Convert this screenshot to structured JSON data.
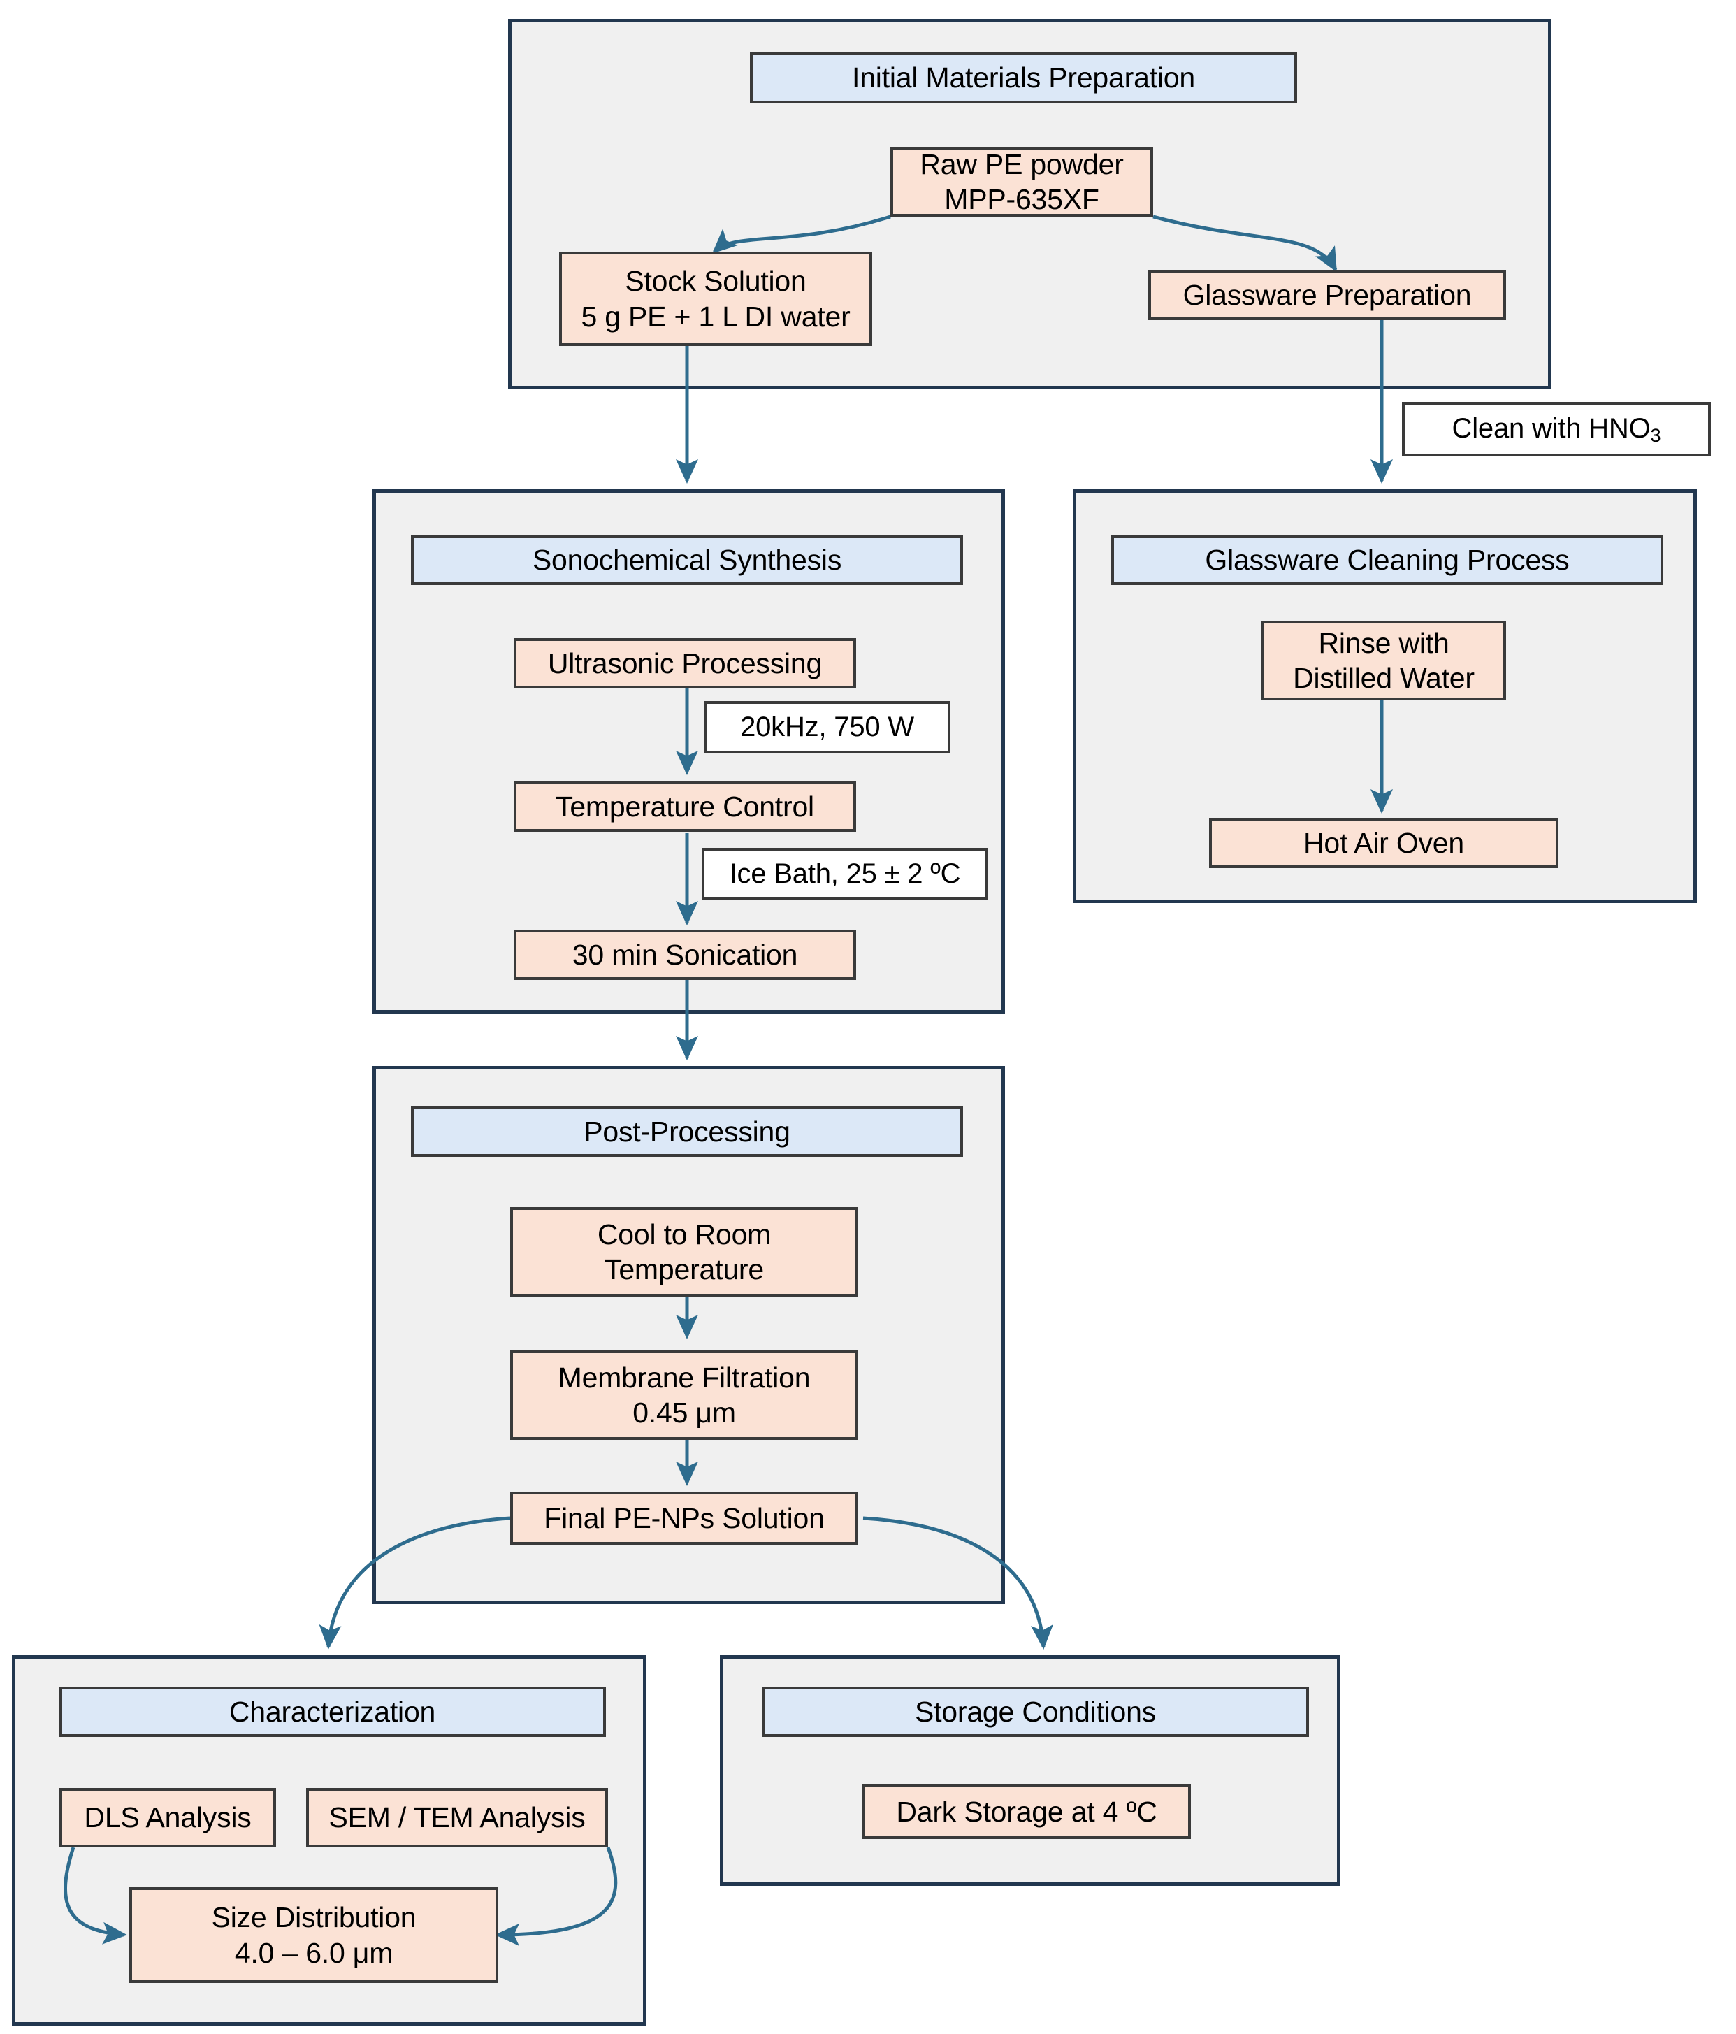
{
  "diagram": {
    "title": "Sonochemical Synthesis of PE Nanoplastics Workflow",
    "colors": {
      "group_border": "#22374F",
      "group_fill": "#F0F0F0",
      "header_fill": "#DCE8F7",
      "step_fill": "#FBE2D5",
      "label_fill": "#FFFFFF",
      "node_border": "#3A3A3A",
      "arrow": "#2E6C8E"
    },
    "groups": [
      {
        "id": "initial-materials",
        "header": "Initial Materials Preparation",
        "nodes": [
          {
            "id": "raw-pe-powder",
            "lines": [
              "Raw PE powder",
              "MPP-635XF"
            ]
          },
          {
            "id": "stock-solution",
            "lines": [
              "Stock Solution",
              "5 g PE + 1 L DI water"
            ]
          },
          {
            "id": "glassware-preparation",
            "lines": [
              "Glassware Preparation"
            ]
          }
        ]
      },
      {
        "id": "sonochemical-synthesis",
        "header": "Sonochemical Synthesis",
        "nodes": [
          {
            "id": "ultrasonic-processing",
            "lines": [
              "Ultrasonic Processing"
            ]
          },
          {
            "id": "temperature-control",
            "lines": [
              "Temperature Control"
            ]
          },
          {
            "id": "sonication-30min",
            "lines": [
              "30 min Sonication"
            ]
          }
        ],
        "edge_labels": [
          {
            "id": "power-setting",
            "text": "20kHz, 750 W"
          },
          {
            "id": "ice-bath-temp",
            "text": "Ice Bath, 25 ± 2 º C"
          }
        ]
      },
      {
        "id": "glassware-cleaning",
        "header": "Glassware Cleaning Process",
        "nodes": [
          {
            "id": "rinse-distilled-water",
            "lines": [
              "Rinse with",
              "Distilled Water"
            ]
          },
          {
            "id": "hot-air-oven",
            "lines": [
              "Hot Air Oven"
            ]
          }
        ]
      },
      {
        "id": "post-processing",
        "header": "Post-Processing",
        "nodes": [
          {
            "id": "cool-room-temperature",
            "lines": [
              "Cool to Room",
              "Temperature"
            ]
          },
          {
            "id": "membrane-filtration",
            "lines": [
              "Membrane Filtration",
              "0.45 μm"
            ]
          },
          {
            "id": "final-pe-nps-solution",
            "lines": [
              "Final PE-NPs Solution"
            ]
          }
        ]
      },
      {
        "id": "characterization",
        "header": "Characterization",
        "nodes": [
          {
            "id": "dls-analysis",
            "lines": [
              "DLS Analysis"
            ]
          },
          {
            "id": "sem-tem-analysis",
            "lines": [
              "SEM / TEM Analysis"
            ]
          },
          {
            "id": "size-distribution",
            "lines": [
              "Size Distribution",
              "4.0 – 6.0 μm"
            ]
          }
        ]
      },
      {
        "id": "storage-conditions",
        "header": "Storage Conditions",
        "nodes": [
          {
            "id": "dark-storage",
            "lines": [
              "Dark Storage at 4 º C"
            ]
          }
        ]
      }
    ],
    "standalone_labels": [
      {
        "id": "clean-with-hno3",
        "text_prefix": "Clean with HNO",
        "subscript": "3"
      }
    ],
    "nodes": {
      "initial_materials_header": "Initial Materials Preparation",
      "raw_pe_powder_l1": "Raw PE powder",
      "raw_pe_powder_l2": "MPP-635XF",
      "stock_solution_l1": "Stock Solution",
      "stock_solution_l2": "5 g PE + 1 L DI water",
      "glassware_preparation": "Glassware Preparation",
      "clean_with_hno3_prefix": "Clean with HNO",
      "clean_with_hno3_sub": "3",
      "sonochemical_header": "Sonochemical Synthesis",
      "ultrasonic_processing": "Ultrasonic Processing",
      "power_setting": "20kHz, 750 W",
      "temperature_control": "Temperature Control",
      "ice_bath_temp": "Ice Bath, 25 ± 2 ºC",
      "sonication_30min": "30 min Sonication",
      "glassware_cleaning_header": "Glassware Cleaning Process",
      "rinse_distilled_l1": "Rinse with",
      "rinse_distilled_l2": "Distilled Water",
      "hot_air_oven": "Hot Air Oven",
      "post_processing_header": "Post-Processing",
      "cool_room_temp_l1": "Cool to Room",
      "cool_room_temp_l2": "Temperature",
      "membrane_filtration_l1": "Membrane Filtration",
      "membrane_filtration_l2": "0.45 μm",
      "final_pe_nps_solution": "Final PE-NPs Solution",
      "characterization_header": "Characterization",
      "dls_analysis": "DLS Analysis",
      "sem_tem_analysis": "SEM / TEM Analysis",
      "size_distribution_l1": "Size Distribution",
      "size_distribution_l2": "4.0 – 6.0 μm",
      "storage_conditions_header": "Storage Conditions",
      "dark_storage": "Dark Storage at 4 ºC"
    }
  }
}
